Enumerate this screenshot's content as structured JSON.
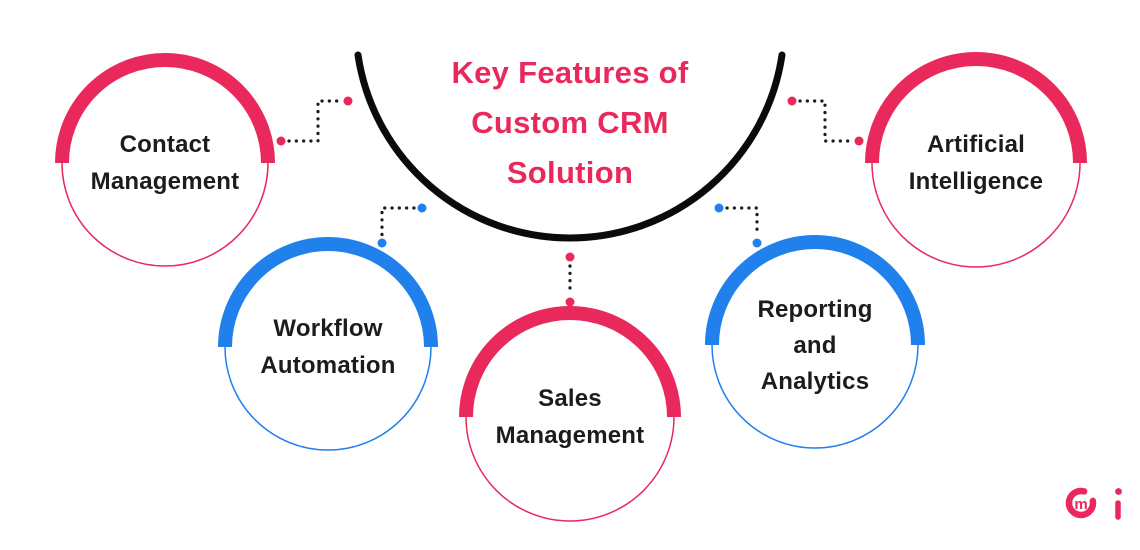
{
  "title": {
    "lines": [
      "Key Features of",
      "Custom CRM",
      "Solution"
    ]
  },
  "features": [
    {
      "label": "Contact Management",
      "lines": [
        "Contact",
        "Management"
      ],
      "accent": "#e9295b"
    },
    {
      "label": "Workflow Automation",
      "lines": [
        "Workflow",
        "Automation"
      ],
      "accent": "#2181ec"
    },
    {
      "label": "Sales Management",
      "lines": [
        "Sales",
        "Management"
      ],
      "accent": "#e9295b"
    },
    {
      "label": "Reporting and Analytics",
      "lines": [
        "Reporting",
        "and",
        "Analytics"
      ],
      "accent": "#2181ec"
    },
    {
      "label": "Artificial Intelligence",
      "lines": [
        "Artificial",
        "Intelligence"
      ],
      "accent": "#e9295b"
    }
  ],
  "colors": {
    "accent_pink": "#e9295b",
    "accent_blue": "#2181ec",
    "arc_black": "#0b0b0b",
    "connector_dots": "#1c1c1c",
    "label_text": "#1c1c1c",
    "title_text": "#e9295b",
    "background": "#ffffff"
  },
  "logo": {
    "icon": "cmi-logo",
    "letter_m": "m"
  }
}
